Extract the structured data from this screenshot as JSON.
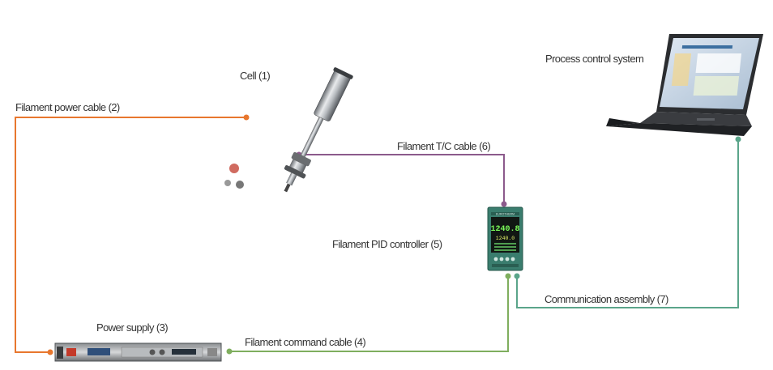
{
  "labels": {
    "cell": "Cell (1)",
    "filament_power_cable": "Filament power cable (2)",
    "power_supply": "Power supply (3)",
    "filament_command_cable": "Filament command cable (4)",
    "filament_pid_controller": "Filament PID controller (5)",
    "filament_tc_cable": "Filament T/C cable (6)",
    "communication_assembly": "Communication assembly (7)",
    "process_control_system": "Process control system"
  },
  "pid_display": {
    "brand": "EUROTHERM",
    "main_value": "1240.8",
    "sub_value": "1240.0"
  },
  "colors": {
    "power_cable": "#e8772e",
    "tc_cable": "#8c5a8c",
    "command_cable": "#7fae5e",
    "communication_cable": "#5aa58a",
    "label_text": "#333333"
  }
}
